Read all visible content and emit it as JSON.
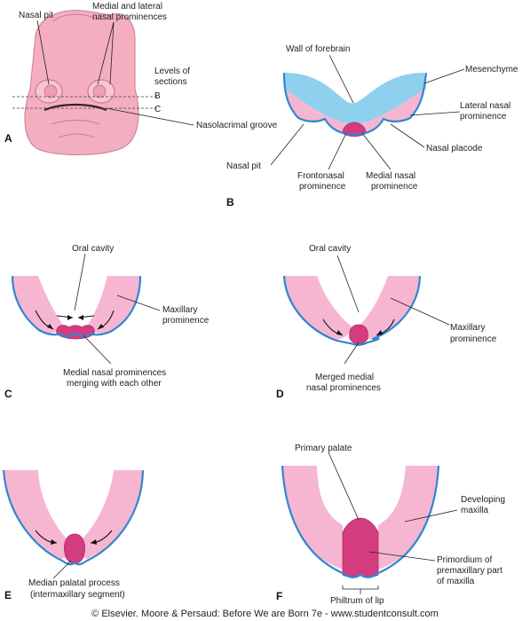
{
  "panels": {
    "a": "A",
    "b": "B",
    "c": "C",
    "d": "D",
    "e": "E",
    "f": "F"
  },
  "panel_a": {
    "nasal_pit": "Nasal pit",
    "prominences_line1": "Medial and lateral",
    "prominences_line2": "nasal prominences",
    "levels_line1": "Levels of",
    "levels_line2": "sections",
    "level_b": "B",
    "level_c": "C",
    "nasolacrimal_groove": "Nasolacrimal groove"
  },
  "panel_b": {
    "wall_of_forebrain": "Wall of forebrain",
    "mesenchyme": "Mesenchyme",
    "lateral_nasal_line1": "Lateral nasal",
    "lateral_nasal_line2": "prominence",
    "nasal_placode": "Nasal placode",
    "nasal_pit": "Nasal pit",
    "frontonasal_line1": "Frontonasal",
    "frontonasal_line2": "prominence",
    "medial_nasal_line1": "Medial nasal",
    "medial_nasal_line2": "prominence"
  },
  "panel_c": {
    "oral_cavity": "Oral cavity",
    "maxillary_line1": "Maxillary",
    "maxillary_line2": "prominence",
    "merging_line1": "Medial nasal prominences",
    "merging_line2": "merging with each other"
  },
  "panel_d": {
    "oral_cavity": "Oral cavity",
    "maxillary_line1": "Maxillary",
    "maxillary_line2": "prominence",
    "merged_line1": "Merged medial",
    "merged_line2": "nasal prominences"
  },
  "panel_e": {
    "median_line1": "Median palatal process",
    "median_line2": "(intermaxillary segment)"
  },
  "panel_f": {
    "primary_palate": "Primary palate",
    "developing_line1": "Developing",
    "developing_line2": "maxilla",
    "primordium_line1": "Primordium of",
    "primordium_line2": "premaxillary part",
    "primordium_line3": "of maxilla",
    "philtrum": "Philtrum of lip"
  },
  "copyright": "© Elsevier. Moore & Persaud: Before We are Born 7e - www.studentconsult.com",
  "colors": {
    "tissue_pink": "#f6b6d2",
    "epithelium_blue": "#2f87cf",
    "mesenchyme_blue": "#8fd0ef",
    "prominence_magenta": "#d33d80"
  }
}
